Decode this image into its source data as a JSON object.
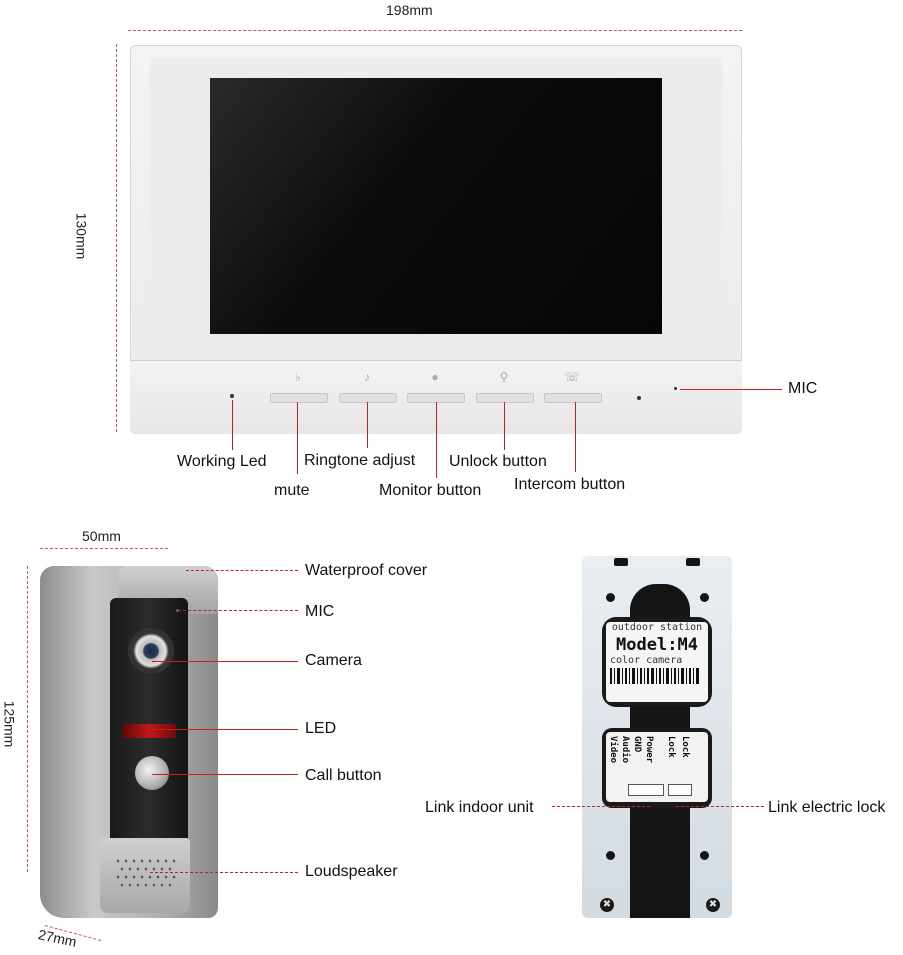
{
  "monitor": {
    "width_dim": "198mm",
    "height_dim": "130mm",
    "callouts": {
      "mic": "MIC",
      "working_led": "Working Led",
      "mute": "mute",
      "ringtone_adjust": "Ringtone adjust",
      "monitor_button": "Monitor button",
      "unlock_button": "Unlock button",
      "intercom_button": "Intercom button"
    }
  },
  "doorbell": {
    "width_dim": "50mm",
    "height_dim": "125mm",
    "depth_dim": "27mm",
    "callouts": {
      "waterproof_cover": "Waterproof cover",
      "mic": "MIC",
      "camera": "Camera",
      "led": "LED",
      "call_button": "Call button",
      "loudspeaker": "Loudspeaker"
    }
  },
  "backplate": {
    "label_header": "outdoor station",
    "model": "Model:M4",
    "model_sub": "color camera",
    "terminals": [
      "Video",
      "Audio",
      "GND",
      "Power",
      "Lock",
      "Lock"
    ],
    "callouts": {
      "link_indoor_unit": "Link indoor unit",
      "link_electric_lock": "Link electric lock"
    }
  },
  "colors": {
    "callout_line": "#c82020",
    "dimension_line": "#e05050"
  }
}
